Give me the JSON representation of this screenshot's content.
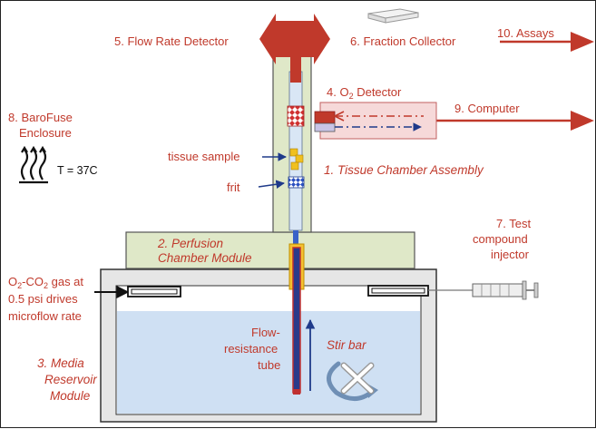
{
  "labels": {
    "flow_rate_detector": "5. Flow Rate Detector",
    "fraction_collector": "6. Fraction Collector",
    "assays": "10. Assays",
    "o2_detector_prefix": "4. O",
    "o2_detector_sub": "2",
    "o2_detector_suffix": " Detector",
    "computer": "9. Computer",
    "barofuse_line1": "8. BaroFuse",
    "barofuse_line2": "Enclosure",
    "temperature": "T = 37C",
    "tissue_sample": "tissue sample",
    "frit": "frit",
    "tissue_chamber": "1. Tissue Chamber Assembly",
    "perfusion_line1": "2. Perfusion",
    "perfusion_line2": "Chamber Module",
    "test_compound_line1": "7. Test",
    "test_compound_line2": "compound",
    "test_compound_line3": "injector",
    "gas_line1_a": "O",
    "gas_line1_b": "2",
    "gas_line1_c": "-CO",
    "gas_line1_d": "2",
    "gas_line1_e": " gas at",
    "gas_line2": "0.5 psi drives",
    "gas_line3": "microflow rate",
    "media_line1": "3. Media",
    "media_line2": "Reservoir",
    "media_line3": "Module",
    "flow_tube_line1": "Flow-",
    "flow_tube_line2": "resistance",
    "flow_tube_line3": "tube",
    "stir_bar": "Stir bar"
  },
  "colors": {
    "label_red": "#c0392b",
    "arrow_red": "#c0392b",
    "media_blue": "#cfe0f3",
    "perfusion_green": "#dfe8c8",
    "o2_pink": "#f6d9d9",
    "tube_blue": "#d9e6f5",
    "stroke": "#222222"
  },
  "icons": [
    "heat-waves-icon",
    "microplate-icon",
    "syringe-icon",
    "stir-bar-icon"
  ]
}
